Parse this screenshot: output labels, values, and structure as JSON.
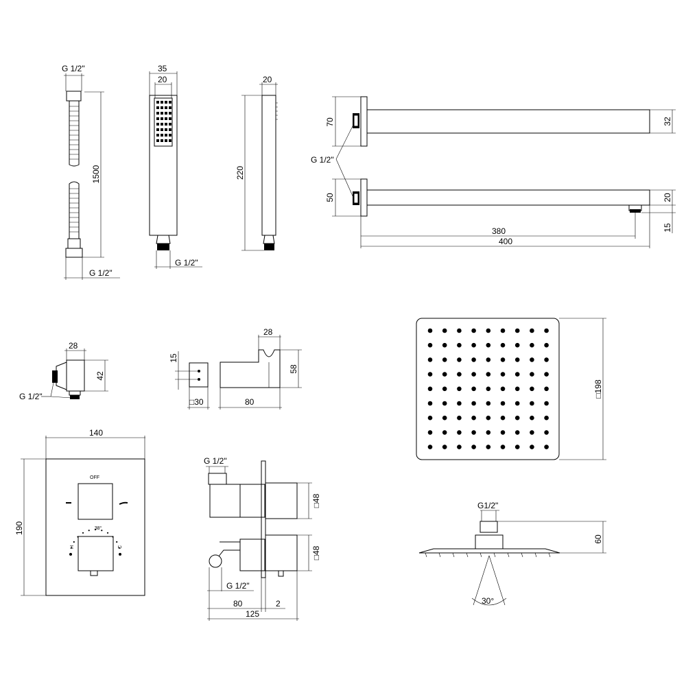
{
  "hose": {
    "top_thread": "G 1/2\"",
    "length": "1500",
    "bottom_thread": "G 1/2\""
  },
  "hand_shower_front": {
    "width": "35",
    "head_width": "20",
    "thread": "G 1/2\""
  },
  "hand_shower_side": {
    "depth": "20",
    "length": "220"
  },
  "shower_arm": {
    "wall_plate_top": "70",
    "wall_plate_bottom": "50",
    "arm_height_top": "32",
    "arm_height_bottom": "20",
    "thread": "G 1/2\"",
    "drop": "15",
    "reach_inner": "380",
    "reach_total": "400"
  },
  "wall_outlet": {
    "width": "28",
    "height": "42",
    "thread": "G 1/2\""
  },
  "holder_front": {
    "height": "15",
    "size": "□30"
  },
  "holder_side": {
    "width": "28",
    "height": "58",
    "depth": "80"
  },
  "rain_shower_top": {
    "size": "□198"
  },
  "rain_shower_side": {
    "thread": "G1/2\"",
    "height": "60",
    "angle": "30°"
  },
  "thermostat_front": {
    "width": "140",
    "height": "190",
    "off_label": "OFF",
    "temp_label": "38°",
    "hot_label": "H",
    "cold_label": "C"
  },
  "thermostat_side": {
    "thread_top": "G 1/2\"",
    "thread_bottom": "G 1/2\"",
    "knob_top": "□48",
    "knob_bottom": "□48",
    "depth": "80",
    "plate": "2",
    "total": "125"
  }
}
